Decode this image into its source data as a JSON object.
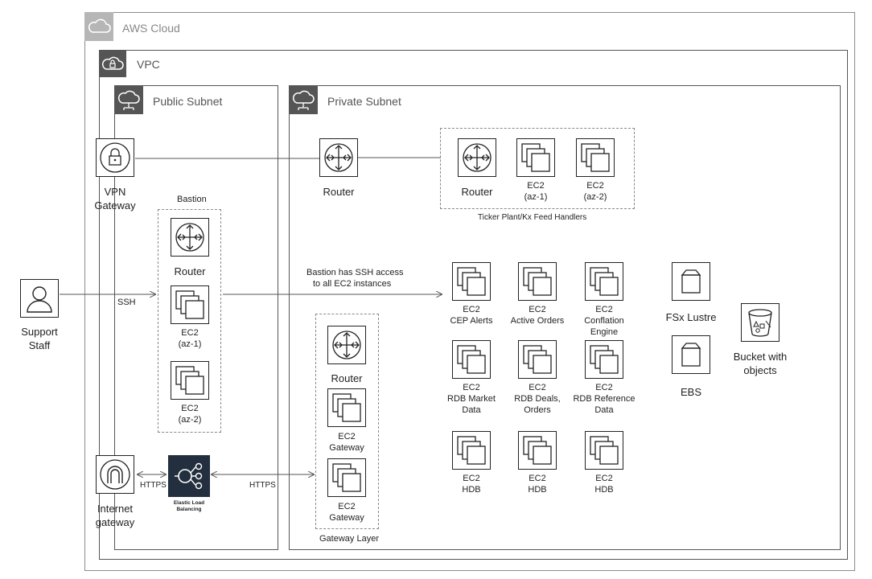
{
  "groups": {
    "aws_cloud": "AWS Cloud",
    "vpc": "VPC",
    "public_subnet": "Public Subnet",
    "private_subnet": "Private Subnet",
    "bastion": "Bastion",
    "ticker_plant": "Ticker Plant/Kx Feed Handlers",
    "gateway_layer": "Gateway Layer"
  },
  "nodes": {
    "vpn_gateway": [
      "VPN",
      "Gateway"
    ],
    "router_main": "Router",
    "ticker_router": "Router",
    "ticker_ec2_1": [
      "EC2",
      "(az-1)"
    ],
    "ticker_ec2_2": [
      "EC2",
      "(az-2)"
    ],
    "bastion_router": "Router",
    "bastion_ec2_1": [
      "EC2",
      "(az-1)"
    ],
    "bastion_ec2_2": [
      "EC2",
      "(az-2)"
    ],
    "support_staff": [
      "Support",
      "Staff"
    ],
    "internet_gateway": [
      "Internet",
      "gateway"
    ],
    "elb": [
      "Elastic Load",
      "Balancing"
    ],
    "gw_router": "Router",
    "gw_ec2_1": [
      "EC2",
      "Gateway"
    ],
    "gw_ec2_2": [
      "EC2",
      "Gateway"
    ],
    "cep_alerts": [
      "EC2",
      "CEP Alerts"
    ],
    "active_orders": [
      "EC2",
      "Active Orders"
    ],
    "conflation": [
      "EC2",
      "Conflation",
      "Engine"
    ],
    "rdb_market": [
      "EC2",
      "RDB Market",
      "Data"
    ],
    "rdb_deals": [
      "EC2",
      "RDB Deals,",
      "Orders"
    ],
    "rdb_reference": [
      "EC2",
      "RDB Reference",
      "Data"
    ],
    "hdb_1": [
      "EC2",
      "HDB"
    ],
    "hdb_2": [
      "EC2",
      "HDB"
    ],
    "hdb_3": [
      "EC2",
      "HDB"
    ],
    "fsx": "FSx Lustre",
    "ebs": "EBS",
    "bucket": [
      "Bucket with",
      "objects"
    ]
  },
  "edges": {
    "ssh": "SSH",
    "bastion_note": [
      "Bastion has SSH access",
      "to all EC2 instances"
    ],
    "https_1": "HTTPS",
    "https_2": "HTTPS"
  }
}
